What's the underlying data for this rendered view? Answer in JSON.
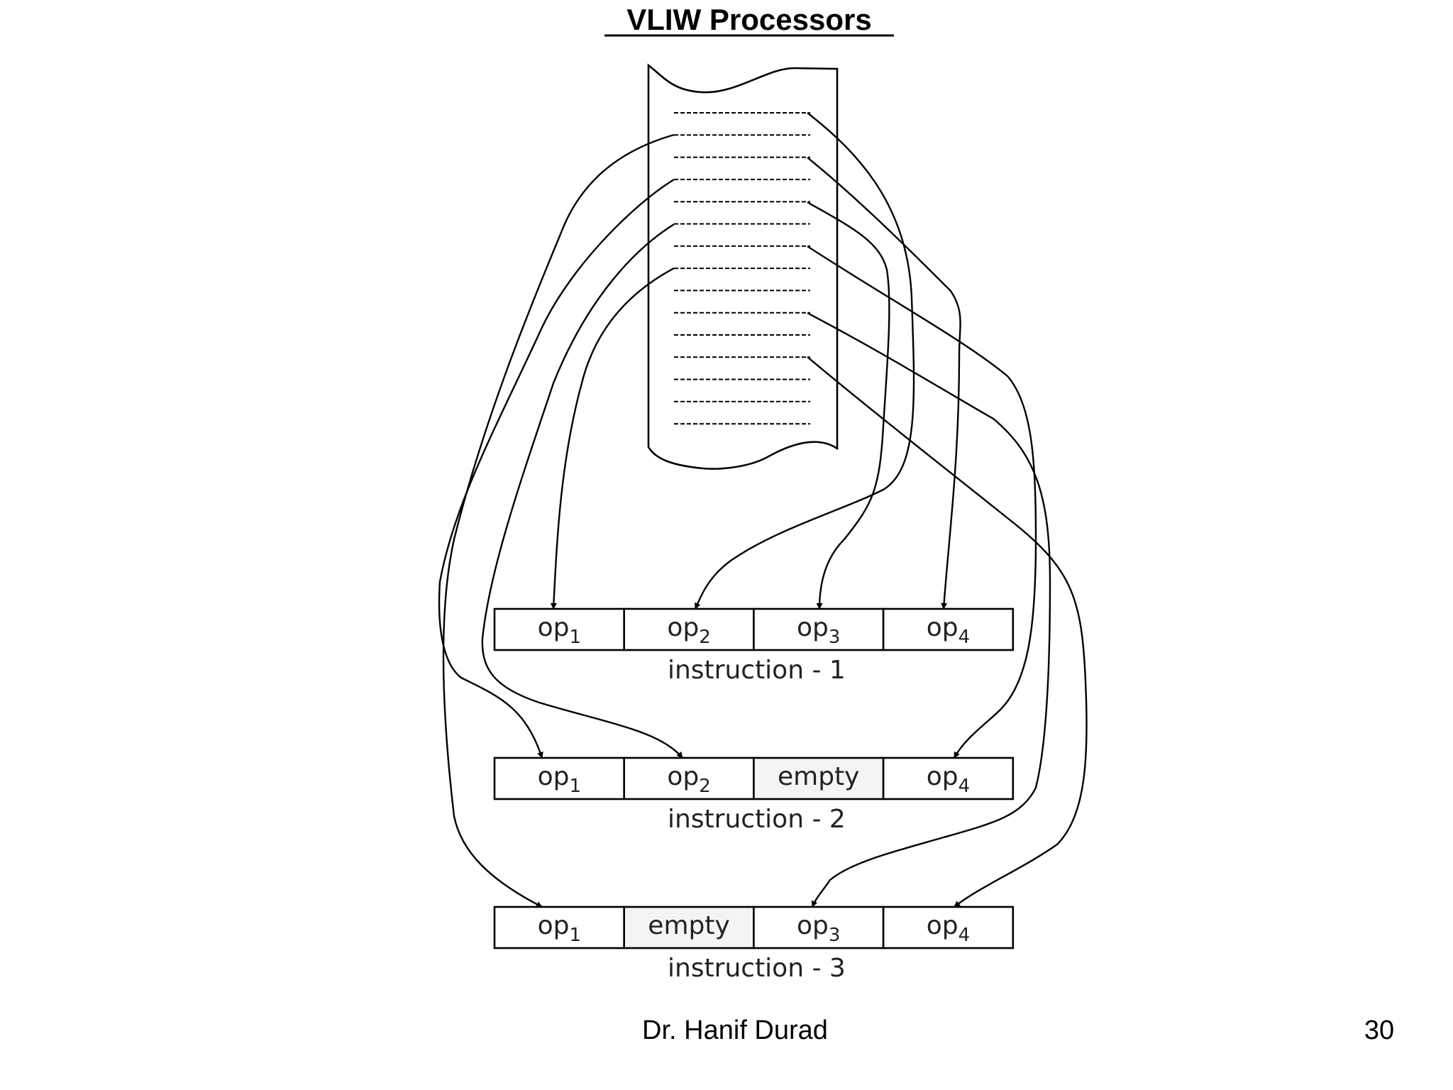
{
  "slide": {
    "title": "VLIW Processors",
    "footer_author": "Dr. Hanif Durad",
    "page_number": "30"
  },
  "instruction_stream": {
    "line_count": 15
  },
  "instructions": [
    {
      "label": "instruction - 1",
      "slots": [
        {
          "name": "op",
          "sub": "1",
          "empty": false
        },
        {
          "name": "op",
          "sub": "2",
          "empty": false
        },
        {
          "name": "op",
          "sub": "3",
          "empty": false
        },
        {
          "name": "op",
          "sub": "4",
          "empty": false
        }
      ]
    },
    {
      "label": "instruction - 2",
      "slots": [
        {
          "name": "op",
          "sub": "1",
          "empty": false
        },
        {
          "name": "op",
          "sub": "2",
          "empty": false
        },
        {
          "name": "empty",
          "sub": "",
          "empty": true
        },
        {
          "name": "op",
          "sub": "4",
          "empty": false
        }
      ]
    },
    {
      "label": "instruction - 3",
      "slots": [
        {
          "name": "op",
          "sub": "1",
          "empty": false
        },
        {
          "name": "empty",
          "sub": "",
          "empty": true
        },
        {
          "name": "op",
          "sub": "3",
          "empty": false
        },
        {
          "name": "op",
          "sub": "4",
          "empty": false
        }
      ]
    }
  ],
  "connections": [
    {
      "from_line": 1,
      "to_row": 1,
      "to_slot": 2
    },
    {
      "from_line": 2,
      "to_row": 3,
      "to_slot": 1
    },
    {
      "from_line": 3,
      "to_row": 1,
      "to_slot": 4
    },
    {
      "from_line": 4,
      "to_row": 2,
      "to_slot": 1
    },
    {
      "from_line": 5,
      "to_row": 1,
      "to_slot": 3
    },
    {
      "from_line": 6,
      "to_row": 2,
      "to_slot": 2
    },
    {
      "from_line": 7,
      "to_row": 2,
      "to_slot": 4
    },
    {
      "from_line": 8,
      "to_row": 1,
      "to_slot": 1
    },
    {
      "from_line": 10,
      "to_row": 3,
      "to_slot": 3
    },
    {
      "from_line": 12,
      "to_row": 3,
      "to_slot": 4
    }
  ]
}
